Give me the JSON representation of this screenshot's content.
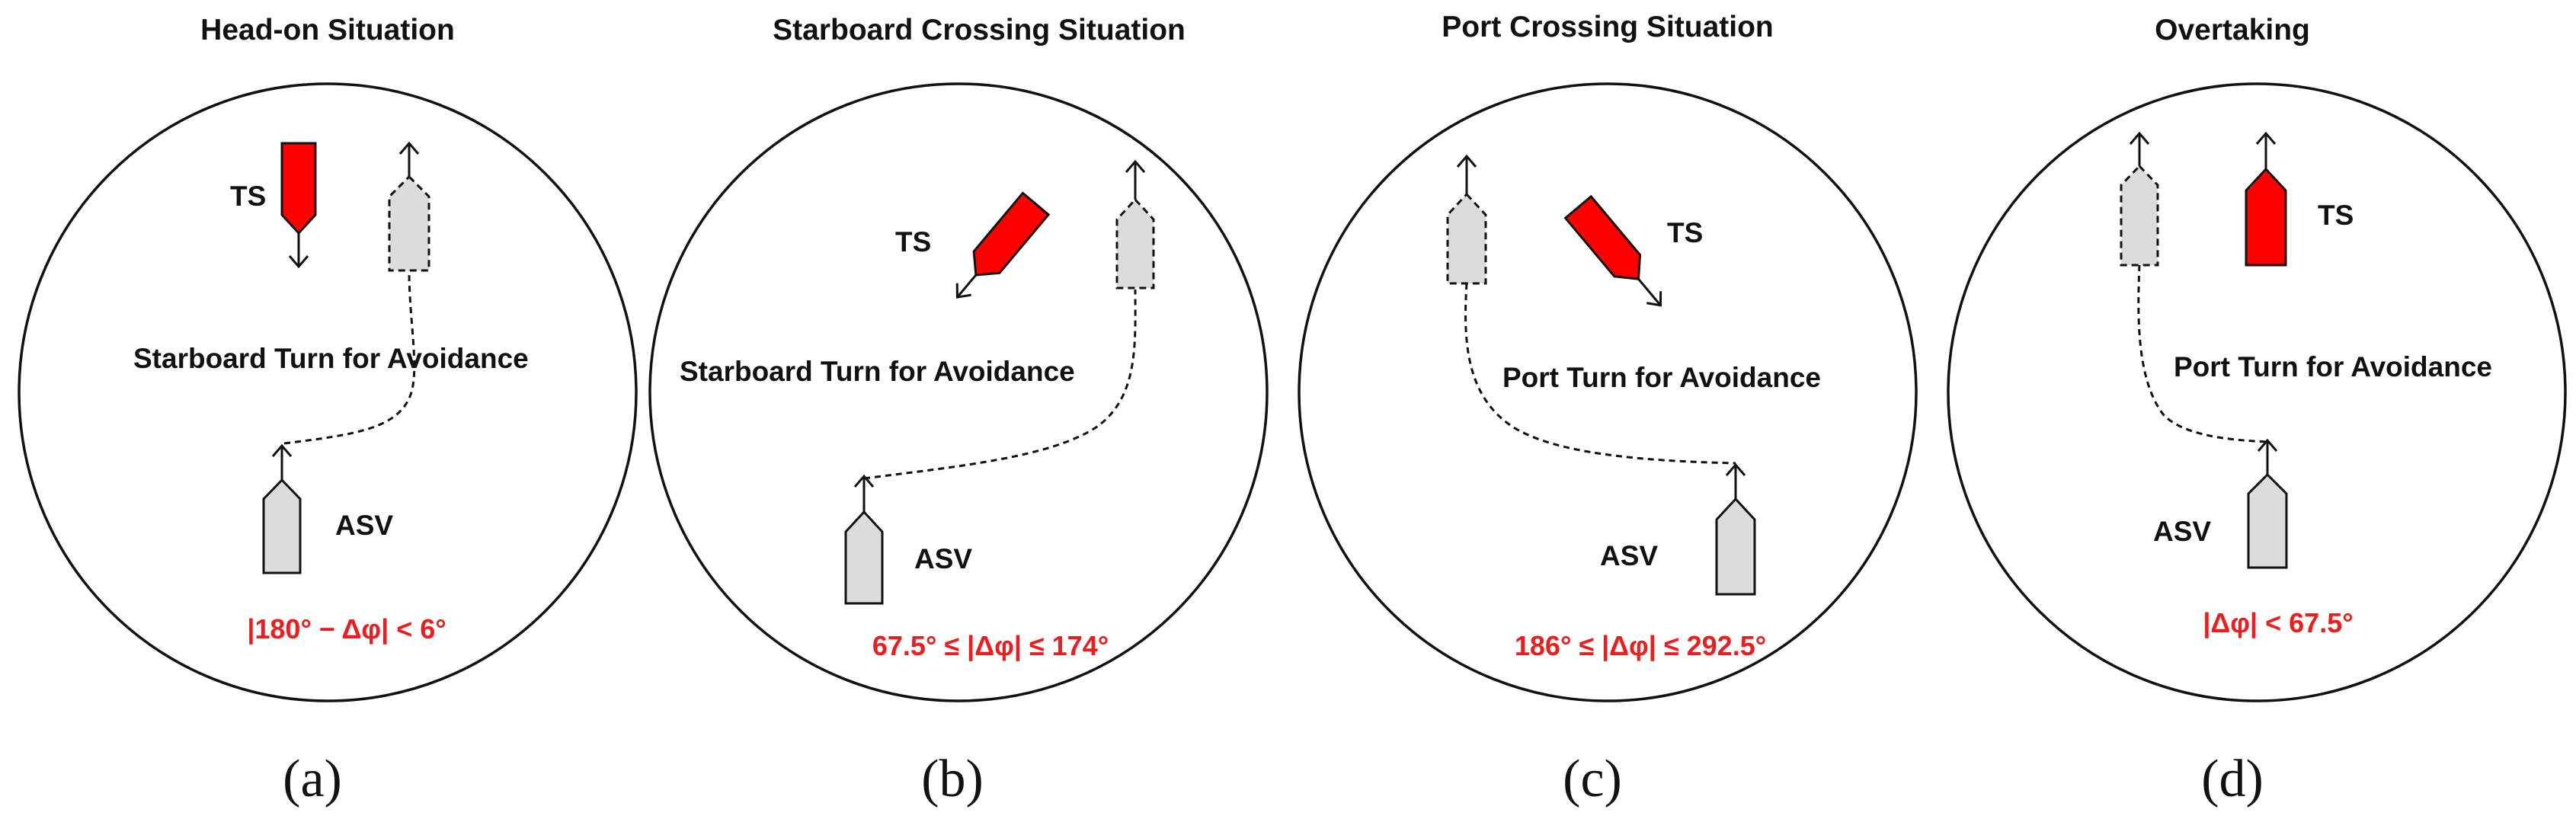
{
  "panels": [
    {
      "title": "Head-on Situation",
      "maneuver": "Starboard Turn for Avoidance",
      "ts_label": "TS",
      "asv_label": "ASV",
      "condition": "|180° − Δφ| <  6°",
      "caption": "(a)"
    },
    {
      "title": "Starboard Crossing Situation",
      "maneuver": "Starboard Turn for Avoidance",
      "ts_label": "TS",
      "asv_label": "ASV",
      "condition": "67.5° ≤  |Δφ| ≤ 174°",
      "caption": "(b)"
    },
    {
      "title": "Port Crossing Situation",
      "maneuver": "Port Turn for Avoidance",
      "ts_label": "TS",
      "asv_label": "ASV",
      "condition": "186° ≤  |Δφ| ≤ 292.5°",
      "caption": "(c)"
    },
    {
      "title": "Overtaking",
      "maneuver": "Port Turn for Avoidance",
      "ts_label": "TS",
      "asv_label": "ASV",
      "condition": "|Δφ| <  67.5°",
      "caption": "(d)"
    }
  ],
  "colors": {
    "target_ship": "#ff0000",
    "own_ship": "#dcdcdc",
    "condition_text": "#ee1c1c"
  }
}
